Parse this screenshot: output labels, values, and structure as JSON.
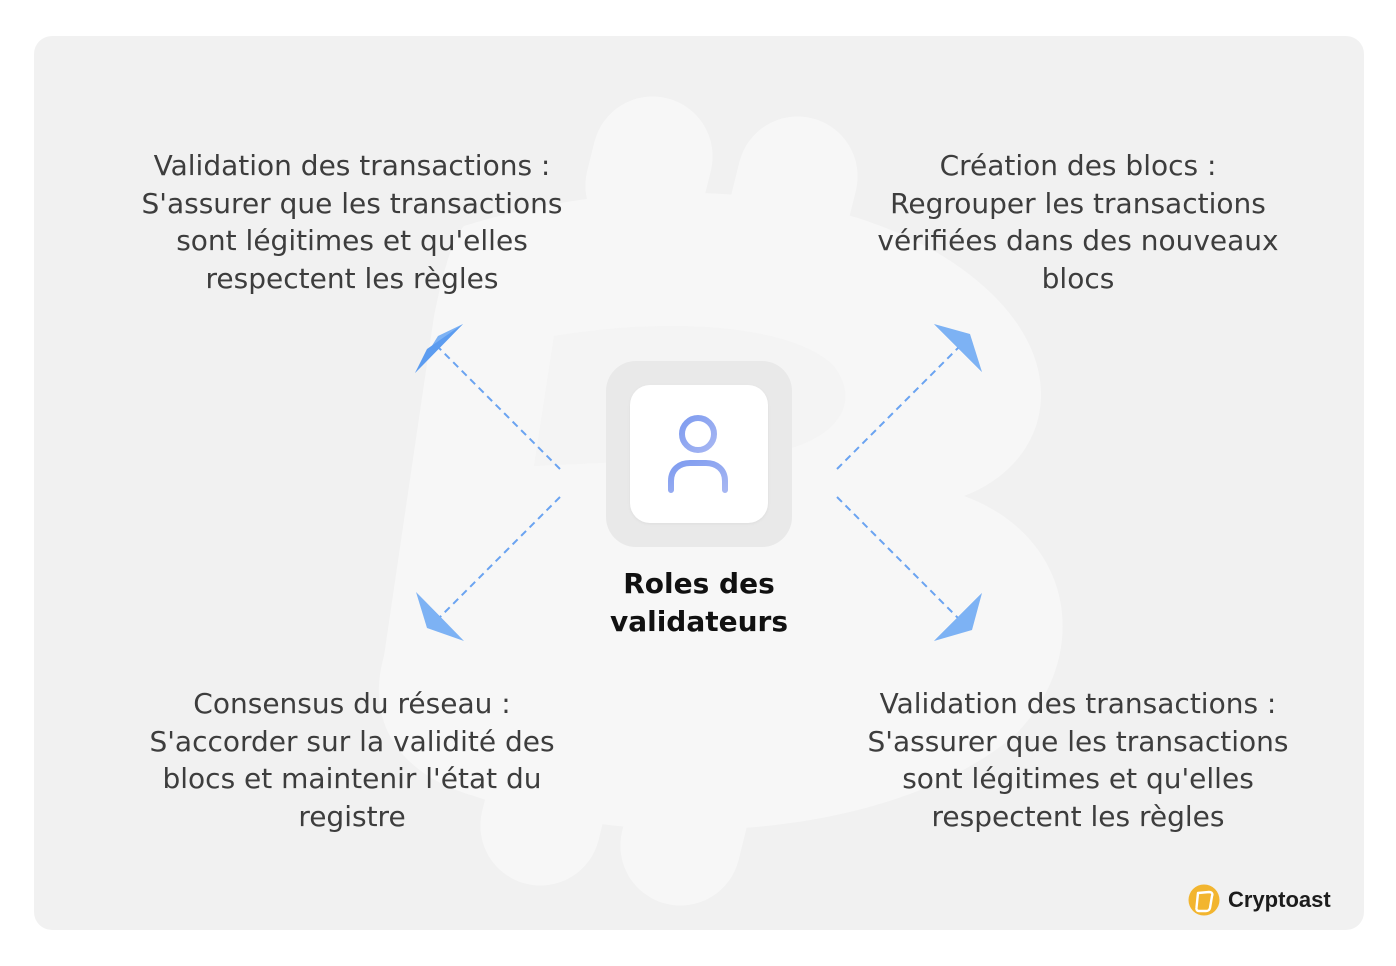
{
  "center": {
    "title_line1": "Roles des",
    "title_line2": "validateurs",
    "icon": "user-icon"
  },
  "blocks": {
    "top_left": {
      "lines": [
        "Validation des transactions :",
        "S'assurer que les transactions",
        "sont légitimes et qu'elles",
        "respectent les règles"
      ]
    },
    "top_right": {
      "lines": [
        "Création des blocs :",
        "Regrouper les transactions",
        "vérifiées dans des nouveaux",
        "blocs"
      ]
    },
    "bottom_left": {
      "lines": [
        "Consensus du réseau :",
        "S'accorder sur la validité des",
        "blocs et maintenir l'état du",
        "registre"
      ]
    },
    "bottom_right": {
      "lines": [
        "Validation des transactions :",
        "S'assurer que les transactions",
        "sont légitimes et qu'elles",
        "respectent les règles"
      ]
    }
  },
  "brand": {
    "name": "Cryptoast",
    "icon": "cryptoast-logo-icon"
  },
  "colors": {
    "background": "#f1f1f1",
    "accent": "#5b9cf0",
    "icon": "#8fa3ee",
    "brand": "#f2b52f"
  }
}
